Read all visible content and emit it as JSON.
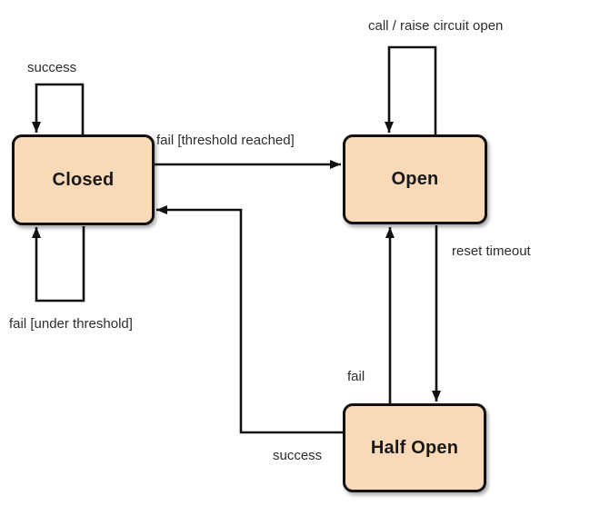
{
  "colors": {
    "background": "#ffffff",
    "line": "#111111",
    "state_fill": "#f9d9b8",
    "state_border": "#111111",
    "label_text": "#2d2d2d",
    "state_text": "#1a1a1a"
  },
  "states": {
    "closed": {
      "label": "Closed"
    },
    "open": {
      "label": "Open"
    },
    "half_open": {
      "label": "Half Open"
    }
  },
  "transitions": {
    "closed_self_success": {
      "from": "Closed",
      "to": "Closed",
      "label": "success"
    },
    "closed_self_fail": {
      "from": "Closed",
      "to": "Closed",
      "label": "fail [under threshold]"
    },
    "closed_to_open": {
      "from": "Closed",
      "to": "Open",
      "label": "fail [threshold reached]"
    },
    "open_self_call": {
      "from": "Open",
      "to": "Open",
      "label": "call / raise circuit open"
    },
    "open_to_half_open": {
      "from": "Open",
      "to": "Half Open",
      "label": "reset timeout"
    },
    "half_open_to_open": {
      "from": "Half Open",
      "to": "Open",
      "label": "fail"
    },
    "half_open_to_closed": {
      "from": "Half Open",
      "to": "Closed",
      "label": "success"
    }
  }
}
